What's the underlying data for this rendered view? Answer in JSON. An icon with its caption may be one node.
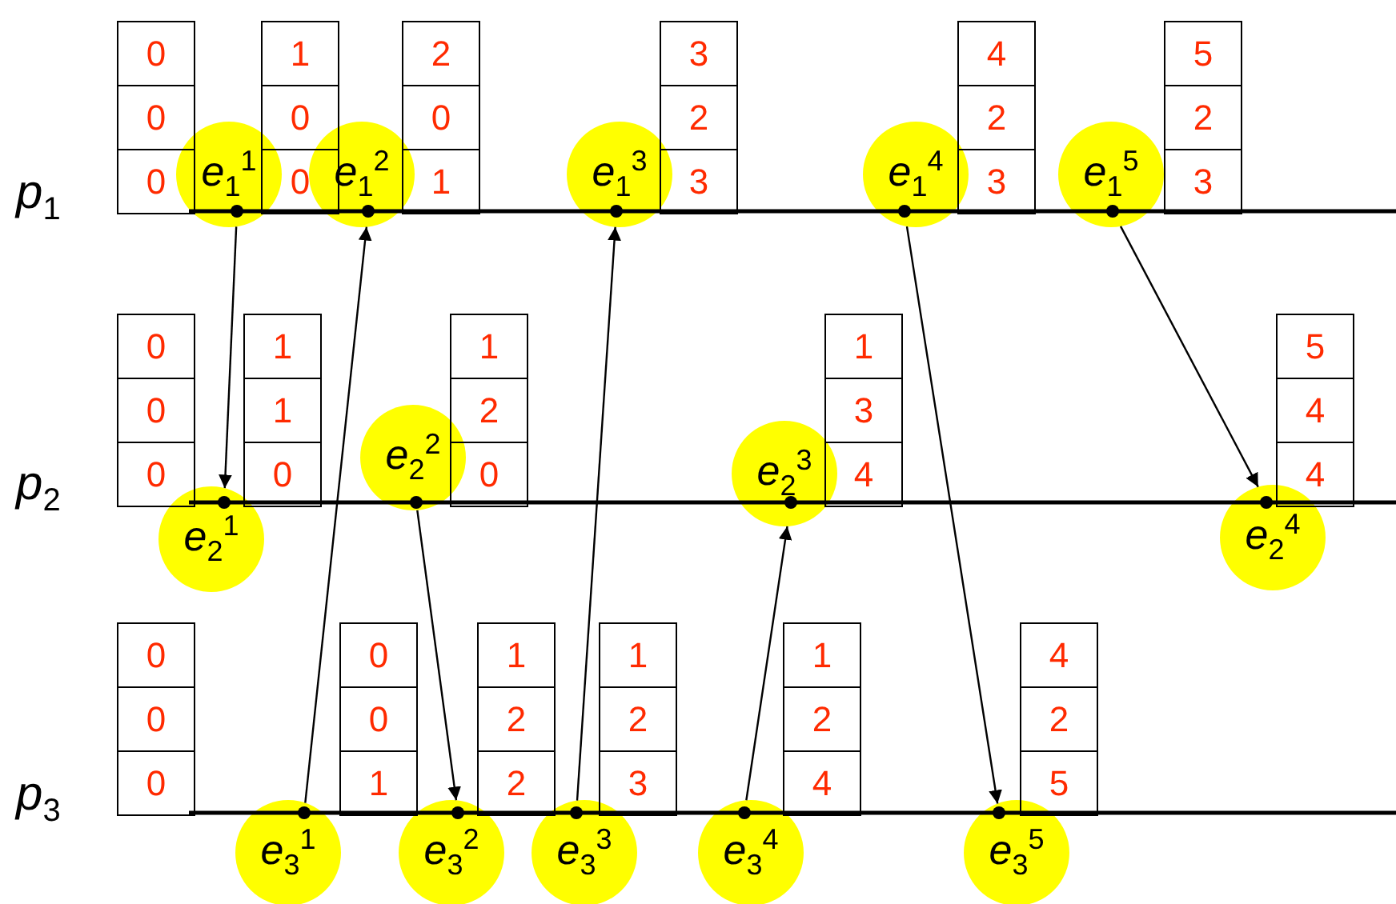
{
  "diagram": {
    "nodes": [
      {
        "text": [
          "0",
          "0",
          "0"
        ]
      },
      {
        "text": [
          "1",
          "0",
          "0"
        ]
      },
      {
        "text": [
          "2",
          "0",
          "1"
        ]
      },
      {
        "text": [
          "3",
          "2",
          "3"
        ]
      },
      {
        "text": [
          "4",
          "2",
          "3"
        ]
      },
      {
        "text": [
          "5",
          "2",
          "3"
        ]
      },
      {
        "text": [
          "e$_{1}$$^{1}$"
        ]
      },
      {
        "text": [
          "e$_{1}$$^{2}$"
        ]
      },
      {
        "text": [
          "e$_{1}$$^{3}$"
        ]
      },
      {
        "text": [
          "e$_{1}$$^{4}$"
        ]
      },
      {
        "text": [
          "e$_{1}$$^{5}$"
        ]
      },
      {
        "text": [
          "0",
          "0",
          "0"
        ]
      },
      {
        "text": [
          "1",
          "1",
          "0"
        ]
      },
      {
        "text": [
          "1",
          "2",
          "0"
        ]
      },
      {
        "text": [
          "1",
          "3",
          "4"
        ]
      },
      {
        "text": [
          "5",
          "4",
          "4"
        ]
      },
      {
        "text": [
          "e$_{2}$$^{1}$"
        ]
      },
      {
        "text": [
          "e$_{2}$$^{2}$"
        ]
      },
      {
        "text": [
          "e$_{2}$$^{3}$"
        ]
      },
      {
        "text": [
          "e$_{2}$$^{4}$"
        ]
      },
      {
        "text": [
          "0",
          "0",
          "0"
        ]
      },
      {
        "text": [
          "0",
          "0",
          "1"
        ]
      },
      {
        "text": [
          "1",
          "2",
          "2"
        ]
      },
      {
        "text": [
          "1",
          "2",
          "3"
        ]
      },
      {
        "text": [
          "1",
          "2",
          "4"
        ]
      },
      {
        "text": [
          "4",
          "2",
          "5"
        ]
      },
      {
        "text": [
          "e$_{3}$$^{1}$"
        ]
      },
      {
        "text": [
          "e$_{3}$$^{2}$"
        ]
      },
      {
        "text": [
          "e$_{3}$$^{3}$"
        ]
      },
      {
        "text": [
          "e$_{3}$$^{4}$"
        ]
      },
      {
        "text": [
          "e$_{3}$$^{5}$"
        ]
      }
    ],
    "edges": [
      {
        "from": 6,
        "to": 16,
        "arrow": "to"
      },
      {
        "from": 26,
        "to": 7,
        "arrow": "to"
      },
      {
        "from": 17,
        "to": 27,
        "arrow": "to"
      },
      {
        "from": 28,
        "to": 8,
        "arrow": "to"
      },
      {
        "from": 29,
        "to": 18,
        "arrow": "to"
      },
      {
        "from": 9,
        "to": 30,
        "arrow": "to"
      },
      {
        "from": 10,
        "to": 19,
        "arrow": "to"
      }
    ],
    "labels": [
      "p$_{1}$",
      "p$_{2}$",
      "p$_{3}$"
    ]
  }
}
